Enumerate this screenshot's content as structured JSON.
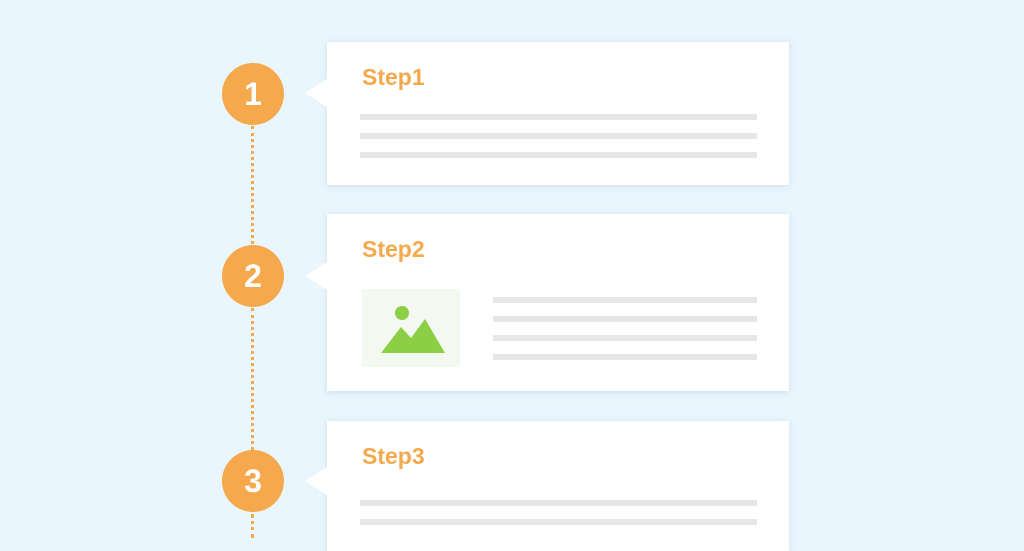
{
  "steps": [
    {
      "number": "1",
      "title": "Step1"
    },
    {
      "number": "2",
      "title": "Step2"
    },
    {
      "number": "3",
      "title": "Step3"
    }
  ],
  "colors": {
    "background": "#eaf6fe",
    "accent": "#f5a84c",
    "card": "#ffffff",
    "placeholder_line": "#e6e6e6",
    "image_icon": "#8ccf45"
  },
  "icons": {
    "step2_image": "image-placeholder-icon"
  }
}
